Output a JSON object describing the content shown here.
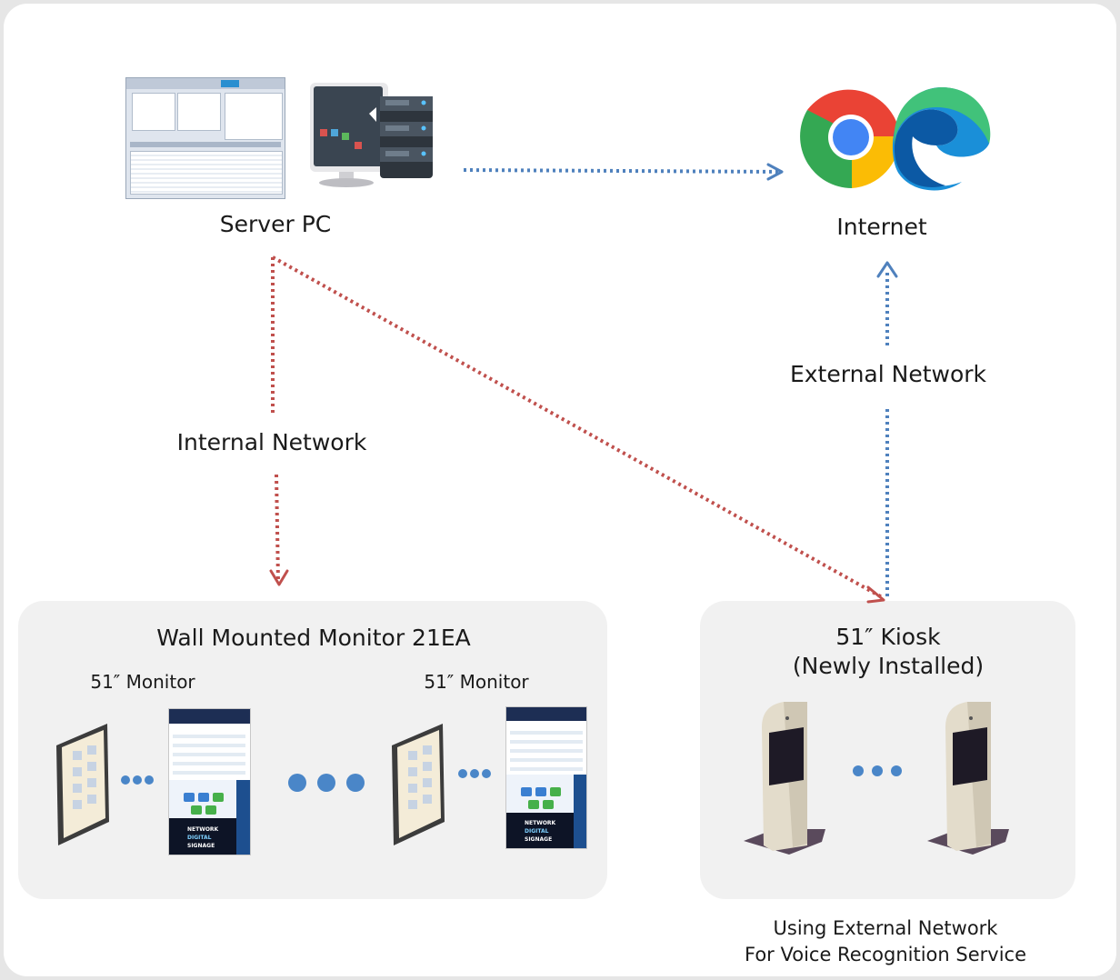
{
  "nodes": {
    "server": "Server PC",
    "internet": "Internet",
    "wall_group_title": "Wall Mounted Monitor 21EA",
    "monitor_left": "51″ Monitor",
    "monitor_right": "51″ Monitor",
    "kiosk_title_line1": "51″ Kiosk",
    "kiosk_title_line2": "(Newly Installed)"
  },
  "edges": {
    "internal": "Internal Network",
    "external": "External Network"
  },
  "notes": {
    "line1": "Using External Network",
    "line2": "For Voice Recognition Service"
  },
  "signage_logo": {
    "line1": "NETWORK",
    "line2": "DIGITAL",
    "line3": "SIGNAGE"
  },
  "colors": {
    "internal_link": "#c0504d",
    "external_link": "#4f81bd",
    "ellipsis_dot": "#4a86c8",
    "panel_bg": "#f1f1f1"
  }
}
